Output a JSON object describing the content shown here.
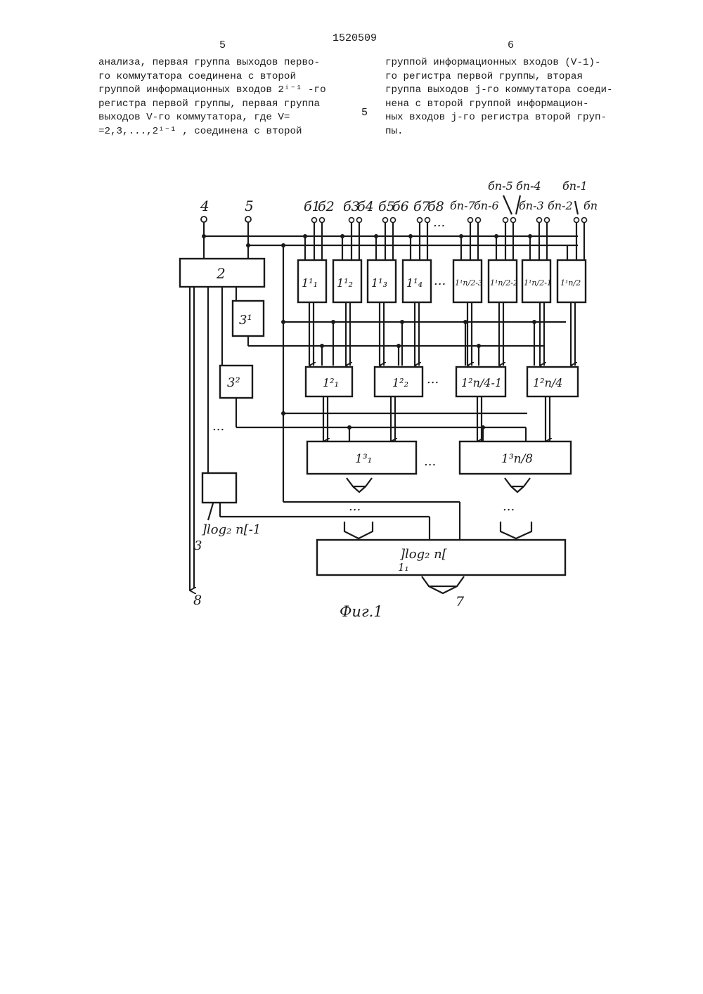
{
  "header": {
    "page_left": "5",
    "patent_number": "1520509",
    "page_right": "6",
    "line_marker": "5"
  },
  "text_left": [
    "анализа, первая группа выходов перво-",
    "го коммутатора соединена с второй",
    "группой информационных входов 2ⁱ⁻¹ -го",
    "регистра первой группы, первая группа",
    "выходов V-го коммутатора, где V=",
    "=2,3,...,2ⁱ⁻¹ , соединена с второй"
  ],
  "text_right": [
    "группой информационных входов (V-1)-",
    "го регистра первой группы, вторая",
    "группа выходов j-го коммутатора соеди-",
    "нена с второй группой информацион-",
    "ных входов j-го регистра второй груп-",
    "пы."
  ],
  "figure": {
    "caption": "Фиг.1",
    "terminals": {
      "in4": "4",
      "in5": "5",
      "out3": "3",
      "out8": "8",
      "out7": "7"
    },
    "bit_labels": {
      "b1": "б1",
      "b2": "б2",
      "b3": "б3",
      "b4": "б4",
      "b5": "б5",
      "b6": "б6",
      "b7": "б7",
      "b8": "б8",
      "bn7": "бп-7",
      "bn6": "бп-6",
      "bn5": "бп-5",
      "bn4": "бп-4",
      "bn3": "бп-3",
      "bn2": "бп-2",
      "bn1": "бп-1",
      "bn": "бп"
    },
    "blocks": {
      "block2": "2",
      "block3_1": "3¹",
      "block3_2": "3²",
      "block3_last": "]log₂ n[-1",
      "reg1": [
        "1¹₁",
        "1¹₂",
        "1¹₃",
        "1¹₄",
        "1¹n/2-3",
        "1¹n/2-2",
        "1¹n/2-1",
        "1¹n/2"
      ],
      "reg2": [
        "1²₁",
        "1²₂",
        "1²n/4-1",
        "1²n/4"
      ],
      "reg3": [
        "1³₁",
        "1³n/8"
      ],
      "reg_final": "]log₂ n[",
      "reg_final_sub": "1₁"
    },
    "ellipsis": "..."
  }
}
